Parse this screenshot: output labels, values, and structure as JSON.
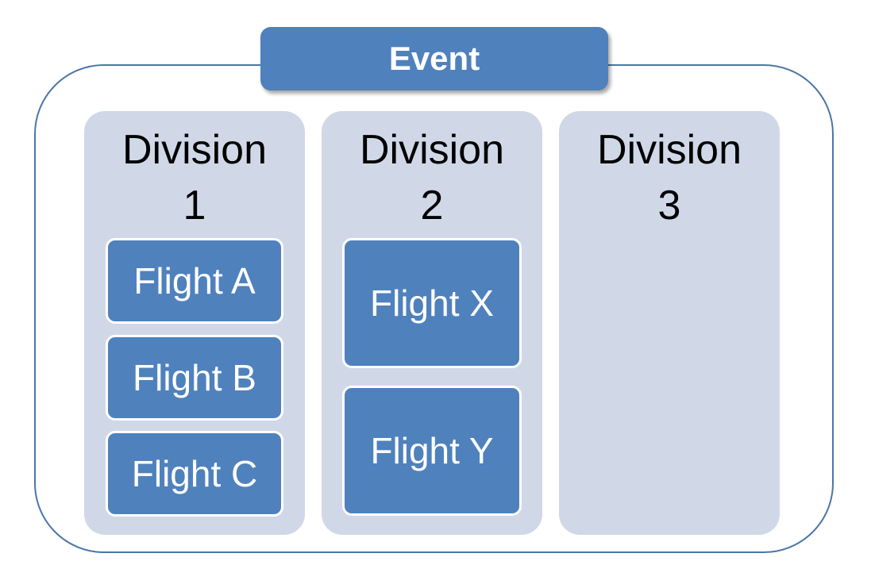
{
  "diagram": {
    "event_label": "Event",
    "divisions": [
      {
        "label": "Division\n1",
        "flights": [
          "Flight A",
          "Flight B",
          "Flight C"
        ]
      },
      {
        "label": "Division\n2",
        "flights": [
          "Flight X",
          "Flight Y"
        ]
      },
      {
        "label": "Division\n3",
        "flights": []
      }
    ]
  },
  "colors": {
    "accent": "#4f81bd",
    "division_fill": "#d0d8e8",
    "frame_border": "#4a76a9"
  }
}
